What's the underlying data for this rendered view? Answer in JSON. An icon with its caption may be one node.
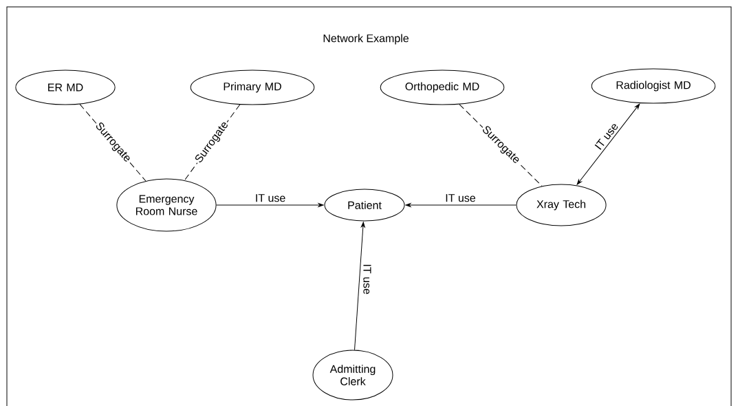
{
  "diagram": {
    "title": "Network Example",
    "nodes": [
      {
        "text": [
          "ER MD"
        ]
      },
      {
        "text": [
          "Primary MD"
        ]
      },
      {
        "text": [
          "Orthopedic MD"
        ]
      },
      {
        "text": [
          "Radiologist MD"
        ]
      },
      {
        "text": [
          "Emergency Room Nurse"
        ]
      },
      {
        "text": [
          "Patient"
        ]
      },
      {
        "text": [
          "Xray Tech"
        ]
      },
      {
        "text": [
          "Admitting Clerk"
        ]
      }
    ],
    "edges": [
      {
        "from": 0,
        "to": 4,
        "arrow": "none",
        "label": "Surrogate",
        "style": "dashed"
      },
      {
        "from": 1,
        "to": 4,
        "arrow": "none",
        "label": "Surrogate",
        "style": "dashed"
      },
      {
        "from": 2,
        "to": 6,
        "arrow": "none",
        "label": "Surrogate",
        "style": "dashed"
      },
      {
        "from": 6,
        "to": 3,
        "arrow": "both",
        "label": "IT use"
      },
      {
        "from": 4,
        "to": 5,
        "arrow": "to",
        "label": "IT use"
      },
      {
        "from": 6,
        "to": 5,
        "arrow": "to",
        "label": "IT use"
      },
      {
        "from": 7,
        "to": 5,
        "arrow": "to",
        "label": "IT use"
      }
    ]
  }
}
